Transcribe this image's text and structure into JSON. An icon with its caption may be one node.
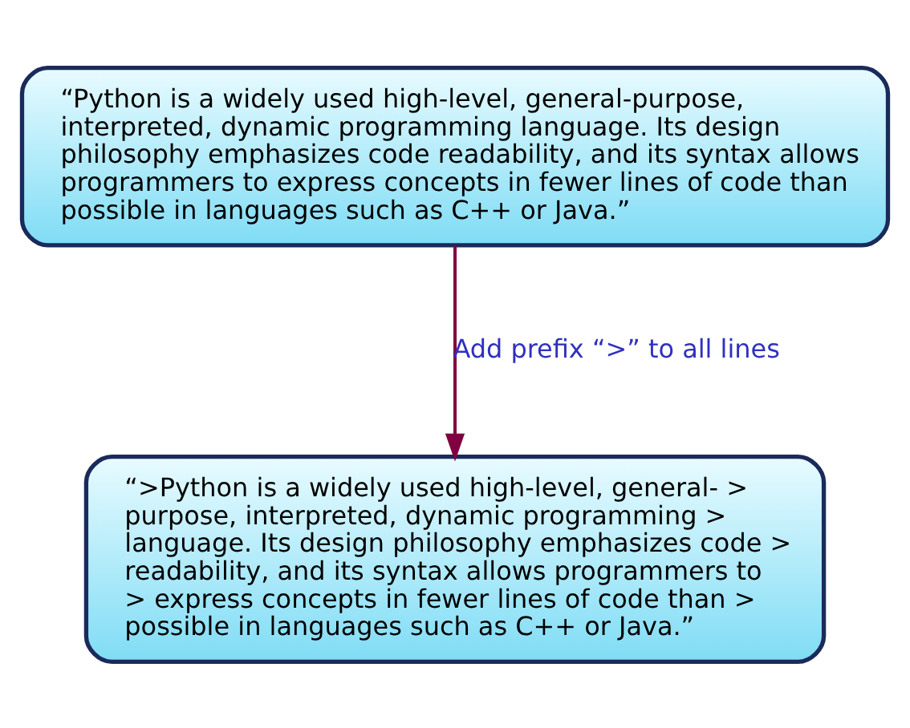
{
  "diagram": {
    "nodes": [
      {
        "text": [
          "“Python is a widely used high-level, general-purpose, interpreted, dynamic programming language. Its design philosophy emphasizes code readability, and its syntax allows programmers to express concepts in fewer lines of code than possible in languages such as C++ or Java.”"
        ]
      },
      {
        "text": [
          "“>Python is a widely used high-level, general- > purpose, interpreted, dynamic programming > language. Its design philosophy emphasizes code > readability, and its syntax allows programmers to > express concepts in fewer lines of code than > possible in languages such as C++ or Java.”"
        ]
      }
    ],
    "edges": [
      {
        "from": 0,
        "to": 1,
        "arrow": "to",
        "label": "Add prefix “>” to all lines"
      }
    ]
  }
}
